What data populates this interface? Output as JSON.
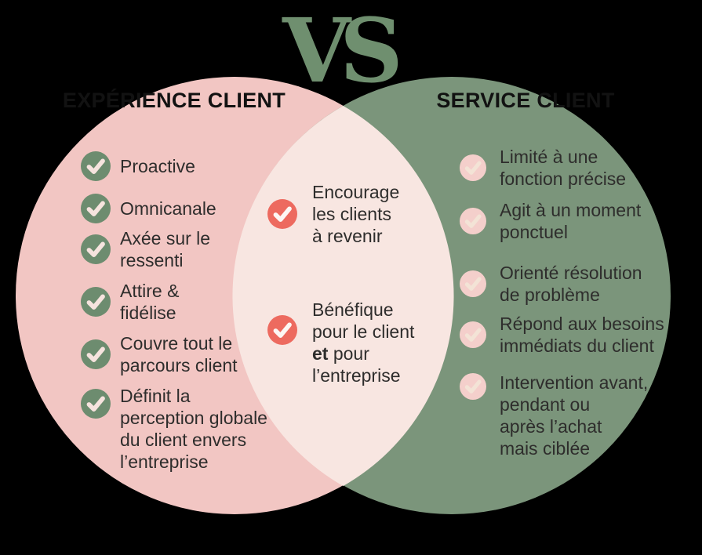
{
  "palette": {
    "background": "#000000",
    "left_circle": "#f2c6c3",
    "right_circle": "#7b957b",
    "overlap": "#f8e6e1",
    "vs_color": "#6f8f6f",
    "title_color": "#121212",
    "text_color": "#2e2d2c",
    "check_left_bg": "#6d8c6f",
    "check_left_mark": "#f6e3de",
    "check_mid_bg": "#ed6a5f",
    "check_mid_mark": "#fdf7f4",
    "check_right_bg": "#f4cfcb",
    "check_right_mark": "#f3e3d6"
  },
  "vs_label": "VS",
  "left": {
    "title": "EXPÉRIENCE CLIENT",
    "items": [
      {
        "text": "Proactive"
      },
      {
        "text": "Omnicanale"
      },
      {
        "text": "Axée sur le\nressenti"
      },
      {
        "text": "Attire &\nfidélise"
      },
      {
        "text": "Couvre tout le\nparcours client"
      },
      {
        "text": "Définit la\nperception globale\ndu client envers\nl’entreprise"
      }
    ]
  },
  "middle": {
    "items": [
      {
        "text": "Encourage\nles clients\nà revenir"
      },
      {
        "pre": "Bénéfique\npour le client\n",
        "bold": "et",
        "post": " pour\nl’entreprise"
      }
    ]
  },
  "right": {
    "title": "SERVICE CLIENT",
    "items": [
      {
        "text": "Limité à une\nfonction précise"
      },
      {
        "text": "Agit à un moment\nponctuel"
      },
      {
        "text": "Orienté résolution\nde problème"
      },
      {
        "text": "Répond aux besoins\nimmédiats du client"
      },
      {
        "text": "Intervention avant,\npendant ou\naprès l’achat\nmais ciblée"
      }
    ]
  }
}
